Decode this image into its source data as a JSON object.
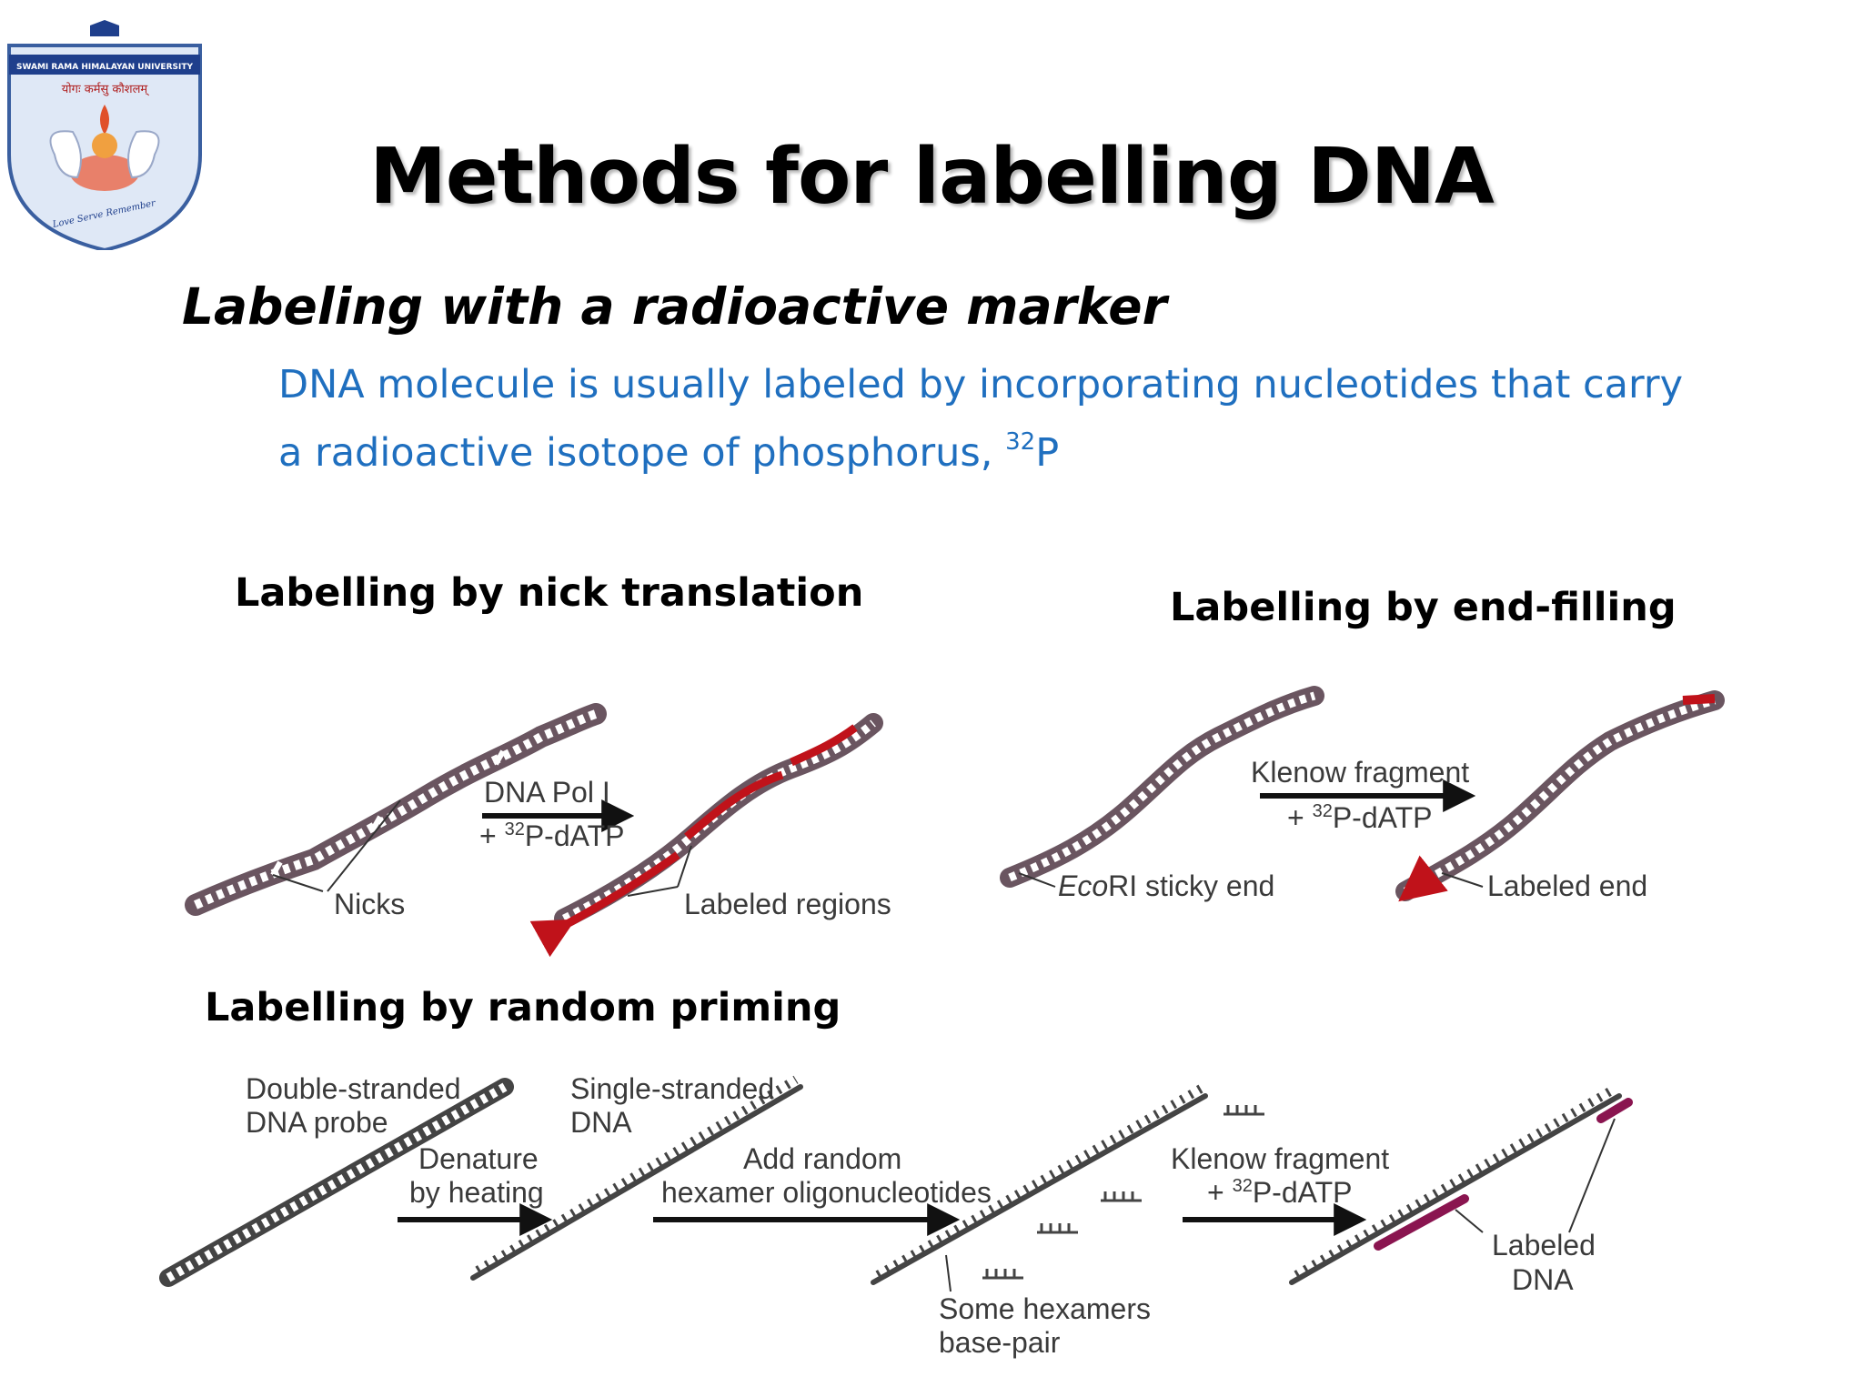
{
  "logo": {
    "university": "SWAMI RAMA HIMALAYAN UNIVERSITY",
    "motto": "योगः कर्मसु कौशलम्",
    "tagline": "Love Serve Remember",
    "colors": {
      "shield_border": "#3a5fa0",
      "shield_fill": "#dfe8f6",
      "banner": "#1f3f8c",
      "flame": "#e0502a"
    }
  },
  "slide": {
    "title": "Methods for labelling DNA",
    "subtitle": "Labeling with a radioactive marker",
    "body_line1": "DNA molecule is usually labeled by incorporating nucleotides that carry",
    "body_line2": "a radioactive isotope of phosphorus, ",
    "isotope_sup": "32",
    "isotope_sym": "P"
  },
  "sections": {
    "nick": "Labelling by nick translation",
    "end": "Labelling by end-filling",
    "random": "Labelling by random priming"
  },
  "nick_diagram": {
    "reagent1": "DNA Pol I",
    "reagent2_pre": "+ ",
    "reagent2_sup": "32",
    "reagent2_post": "P-dATP",
    "nicks": "Nicks",
    "labeled_regions": "Labeled regions"
  },
  "end_diagram": {
    "reagent1": "Klenow fragment",
    "reagent2_pre": "+ ",
    "reagent2_sup": "32",
    "reagent2_post": "P-dATP",
    "sticky_italic": "Eco",
    "sticky_rest": "RI sticky end",
    "labeled_end": "Labeled end"
  },
  "random_diagram": {
    "probe1": "Double-stranded",
    "probe2": "DNA probe",
    "denature1": "Denature",
    "denature2": "by heating",
    "ss1": "Single-stranded",
    "ss2": "DNA",
    "add1": "Add random",
    "add2": "hexamer oligonucleotides",
    "klenow1": "Klenow fragment",
    "klenow2_pre": "+ ",
    "klenow2_sup": "32",
    "klenow2_post": "P-dATP",
    "some1": "Some hexamers",
    "some2": "base-pair",
    "labeled1": "Labeled",
    "labeled2": "DNA"
  },
  "colors": {
    "body_text": "#1f6fbf",
    "dna_strand": "#6a5560",
    "label_red": "#c0121a",
    "label_purple": "#8a1550",
    "arrow": "#111111"
  }
}
